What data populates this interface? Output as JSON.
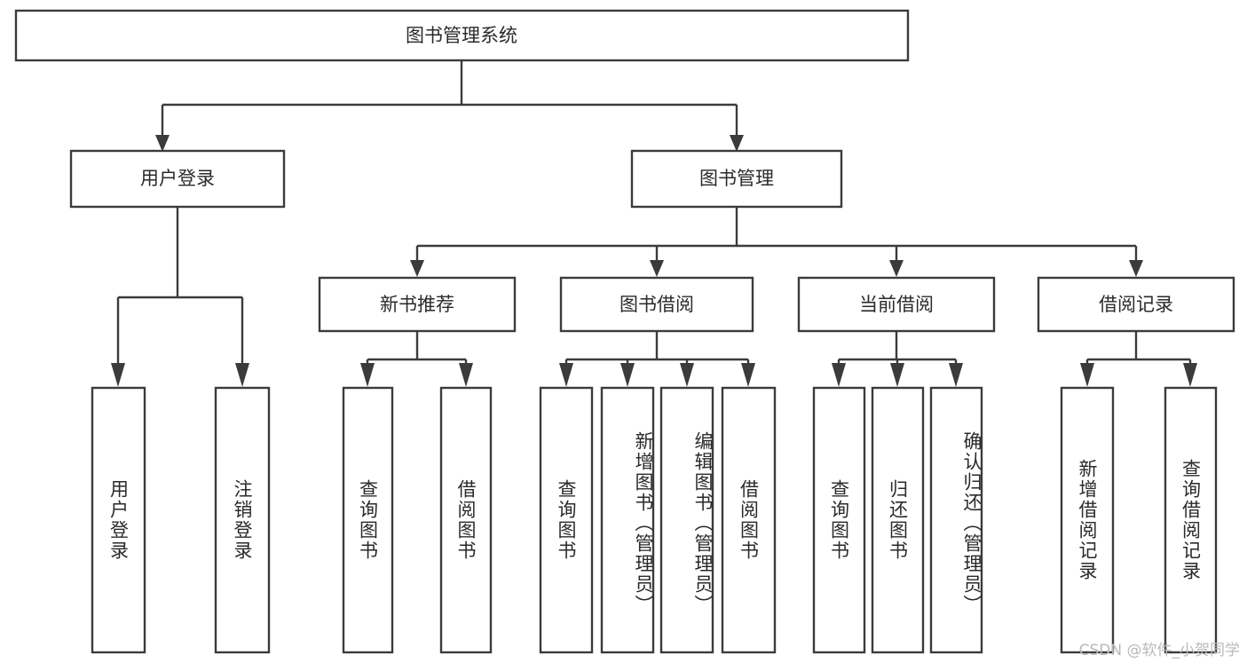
{
  "diagram": {
    "title": "图书管理系统",
    "type": "tree",
    "watermark": "CSDN @软件_小贺同学",
    "colors": {
      "box_stroke": "#3b3b3b",
      "box_fill": "#ffffff",
      "text": "#2a2a2a",
      "background": "#ffffff",
      "watermark": "#b9b9b9"
    },
    "root": {
      "label": "图书管理系统"
    },
    "level2": [
      {
        "label": "用户登录"
      },
      {
        "label": "图书管理"
      }
    ],
    "level3": [
      {
        "label": "新书推荐"
      },
      {
        "label": "图书借阅"
      },
      {
        "label": "当前借阅"
      },
      {
        "label": "借阅记录"
      }
    ],
    "leaves": {
      "user_login": [
        {
          "label": "用户登录"
        },
        {
          "label": "注销登录"
        }
      ],
      "new_book_recommend": [
        {
          "label": "查询图书"
        },
        {
          "label": "借阅图书"
        }
      ],
      "book_borrow": [
        {
          "label": "查询图书"
        },
        {
          "label": "新增图书（管理员）"
        },
        {
          "label": "编辑图书（管理员）"
        },
        {
          "label": "借阅图书"
        }
      ],
      "current_borrow": [
        {
          "label": "查询图书"
        },
        {
          "label": "归还图书"
        },
        {
          "label": "确认归还（管理员）"
        }
      ],
      "borrow_record": [
        {
          "label": "新增借阅记录"
        },
        {
          "label": "查询借阅记录"
        }
      ]
    }
  }
}
